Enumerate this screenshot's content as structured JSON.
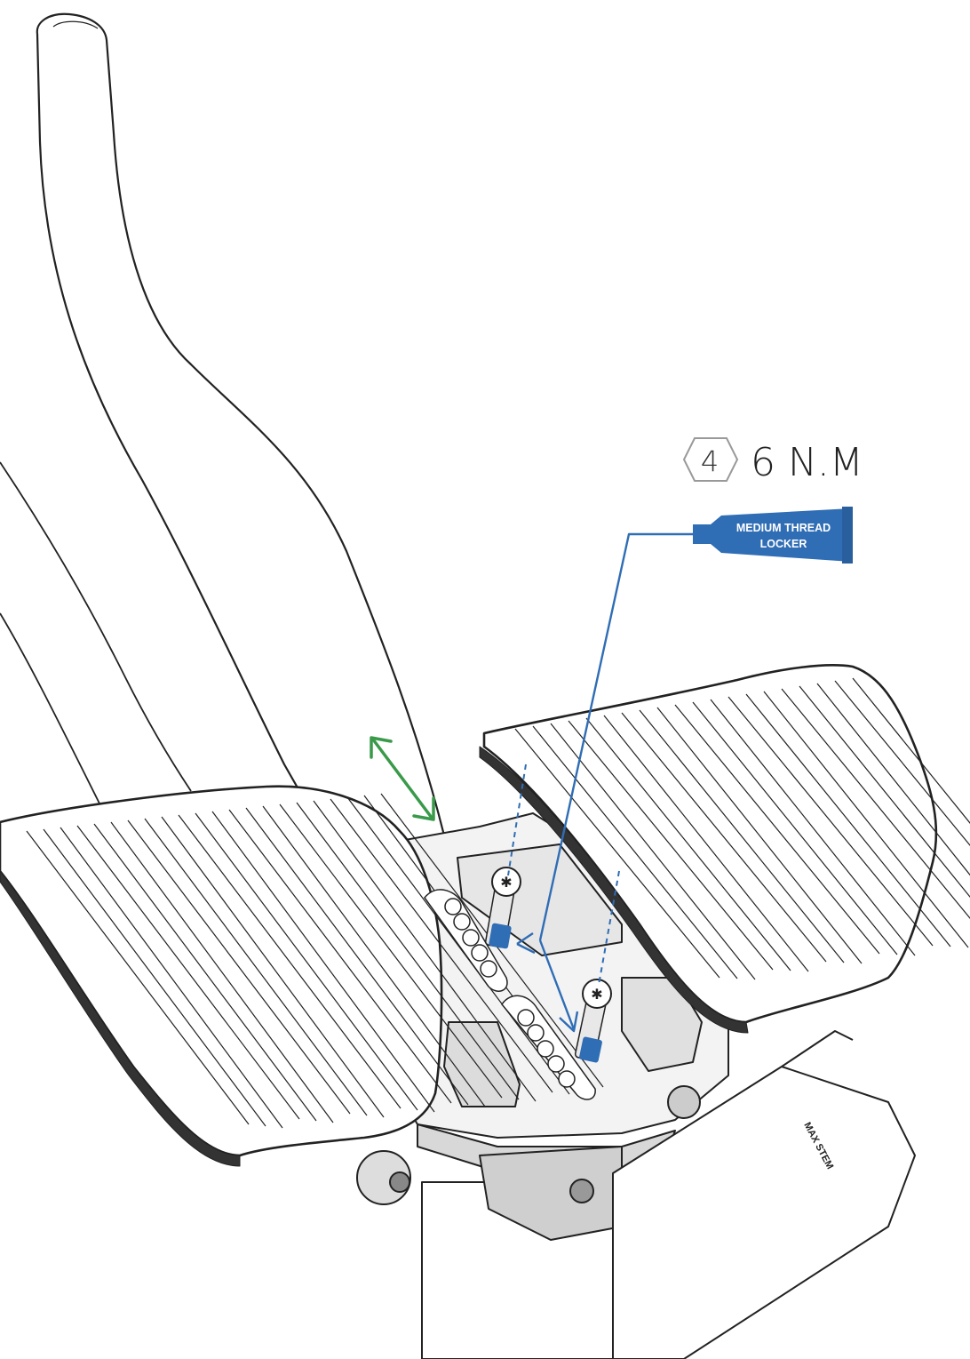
{
  "torque": {
    "hex_key_size": "4",
    "value": "6 N.M"
  },
  "thread_locker": {
    "line1": "MEDIUM THREAD",
    "line2": "LOCKER"
  },
  "stem_marking": "MAX STEM",
  "colors": {
    "outline": "#222222",
    "accent_blue": "#2f6db5",
    "adjust_arrow_green": "#3a9a4a",
    "hex_badge": "#999999",
    "shadow_gray": "#cfcfcf"
  },
  "icons": {
    "hex_key": "hexagon-outline",
    "adjust": "double-headed-arrow",
    "bolt": "torx-bolt"
  }
}
